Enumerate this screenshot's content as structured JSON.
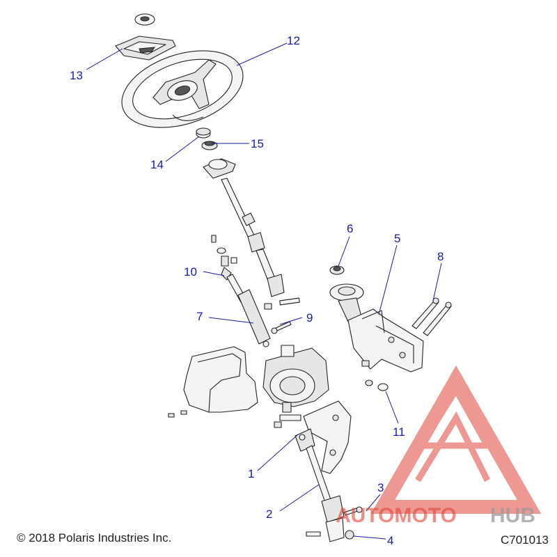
{
  "callouts": [
    {
      "id": "1",
      "label": "1"
    },
    {
      "id": "2",
      "label": "2"
    },
    {
      "id": "3",
      "label": "3"
    },
    {
      "id": "4",
      "label": "4"
    },
    {
      "id": "5",
      "label": "5"
    },
    {
      "id": "6",
      "label": "6"
    },
    {
      "id": "7",
      "label": "7"
    },
    {
      "id": "8",
      "label": "8"
    },
    {
      "id": "9",
      "label": "9"
    },
    {
      "id": "10",
      "label": "10"
    },
    {
      "id": "11",
      "label": "11"
    },
    {
      "id": "12",
      "label": "12"
    },
    {
      "id": "13",
      "label": "13"
    },
    {
      "id": "14",
      "label": "14"
    },
    {
      "id": "15",
      "label": "15"
    }
  ],
  "footer": {
    "copyright": "© 2018 Polaris Industries Inc.",
    "drawing_number": "C701013"
  },
  "watermark": {
    "text_part1": "AUTOMOTO",
    "text_part2": "HUB",
    "color_red": "#e0453a",
    "color_gray": "#9a9a9a"
  },
  "colors": {
    "callout": "#1a1aa8",
    "line_art": "#222222"
  }
}
